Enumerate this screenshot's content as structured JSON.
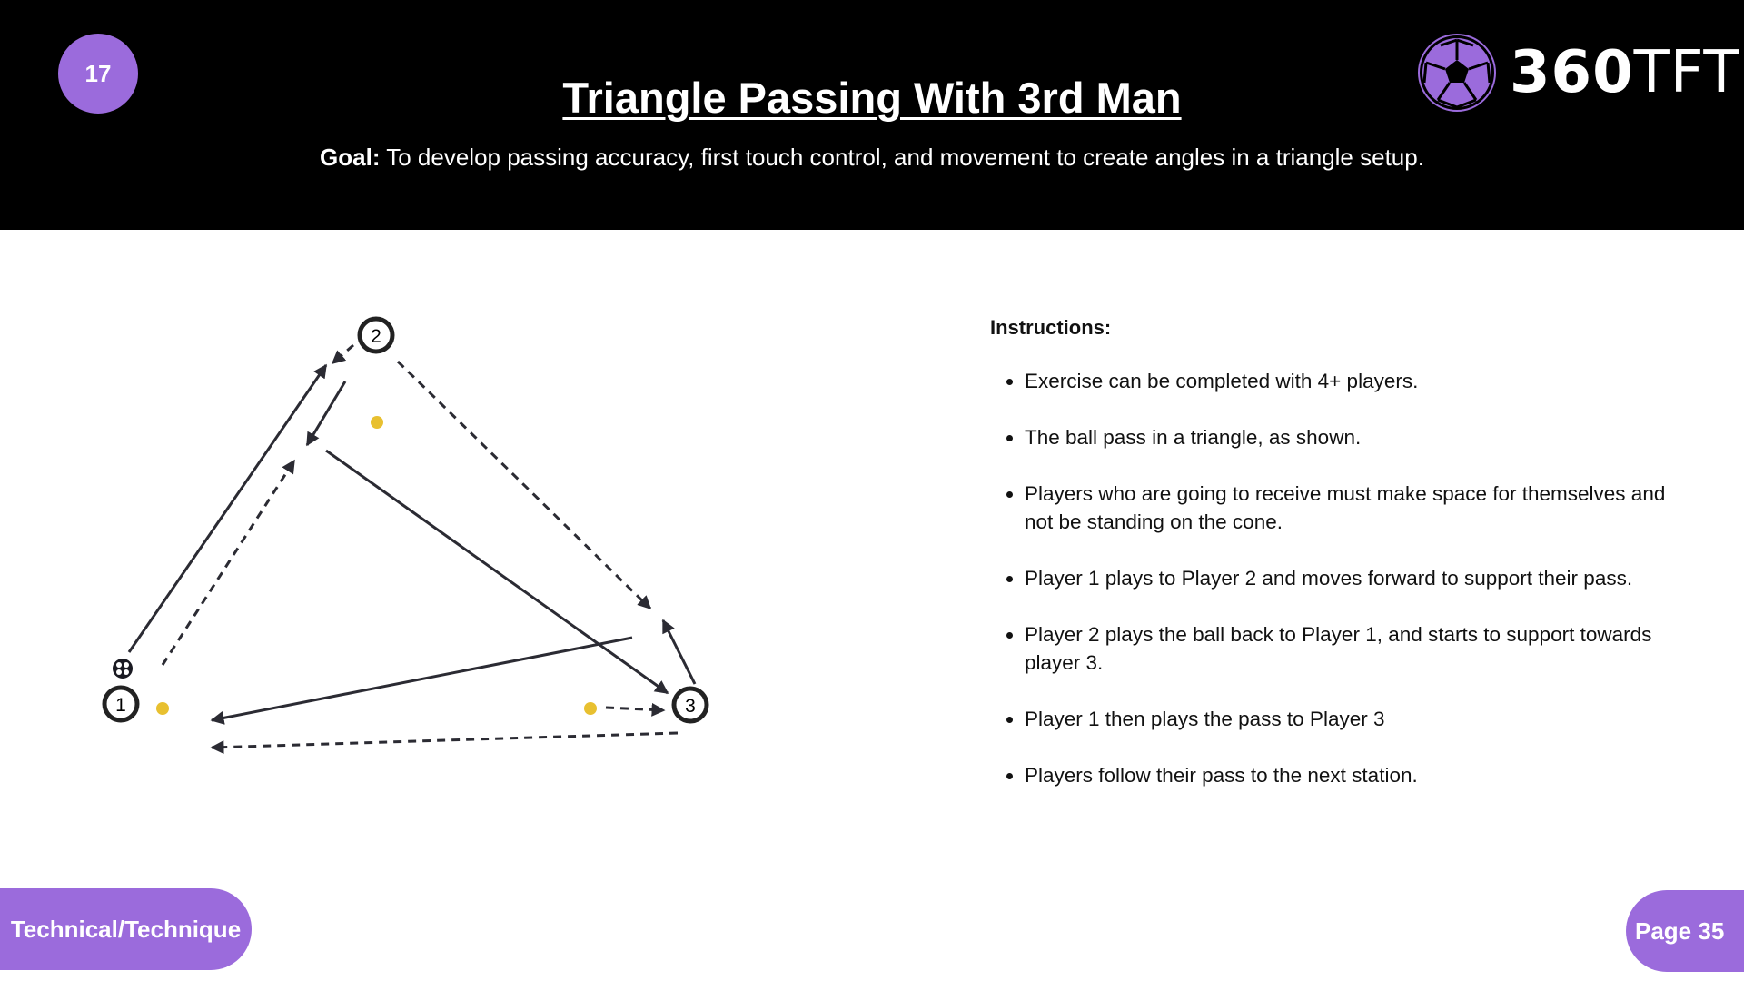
{
  "header": {
    "badge_number": "17",
    "title": "Triangle Passing With 3rd Man",
    "goal_label": "Goal:",
    "goal_text": " To develop passing accuracy, first touch control, and movement to create angles in a triangle setup.",
    "logo_bold": "360",
    "logo_light": "TFT"
  },
  "diagram": {
    "players": [
      "1",
      "2",
      "3"
    ],
    "colors": {
      "cone": "#e8c030",
      "line": "#2b2b33"
    }
  },
  "instructions": {
    "heading": "Instructions:",
    "items": [
      "Exercise can be completed with 4+ players.",
      "The ball pass in a triangle, as shown.",
      "Players who are going to receive must make space for themselves and not be standing on the cone.",
      "Player 1 plays to Player 2 and moves forward to support their pass.",
      "Player 2 plays the ball back to Player 1, and starts to support towards player 3.",
      "Player 1 then plays the pass to Player 3",
      "Players follow their pass to the next station."
    ]
  },
  "footer": {
    "category": "Technical/Technique",
    "page": "Page 35"
  },
  "colors": {
    "accent": "#9b6bdc",
    "header_bg": "#000000"
  }
}
